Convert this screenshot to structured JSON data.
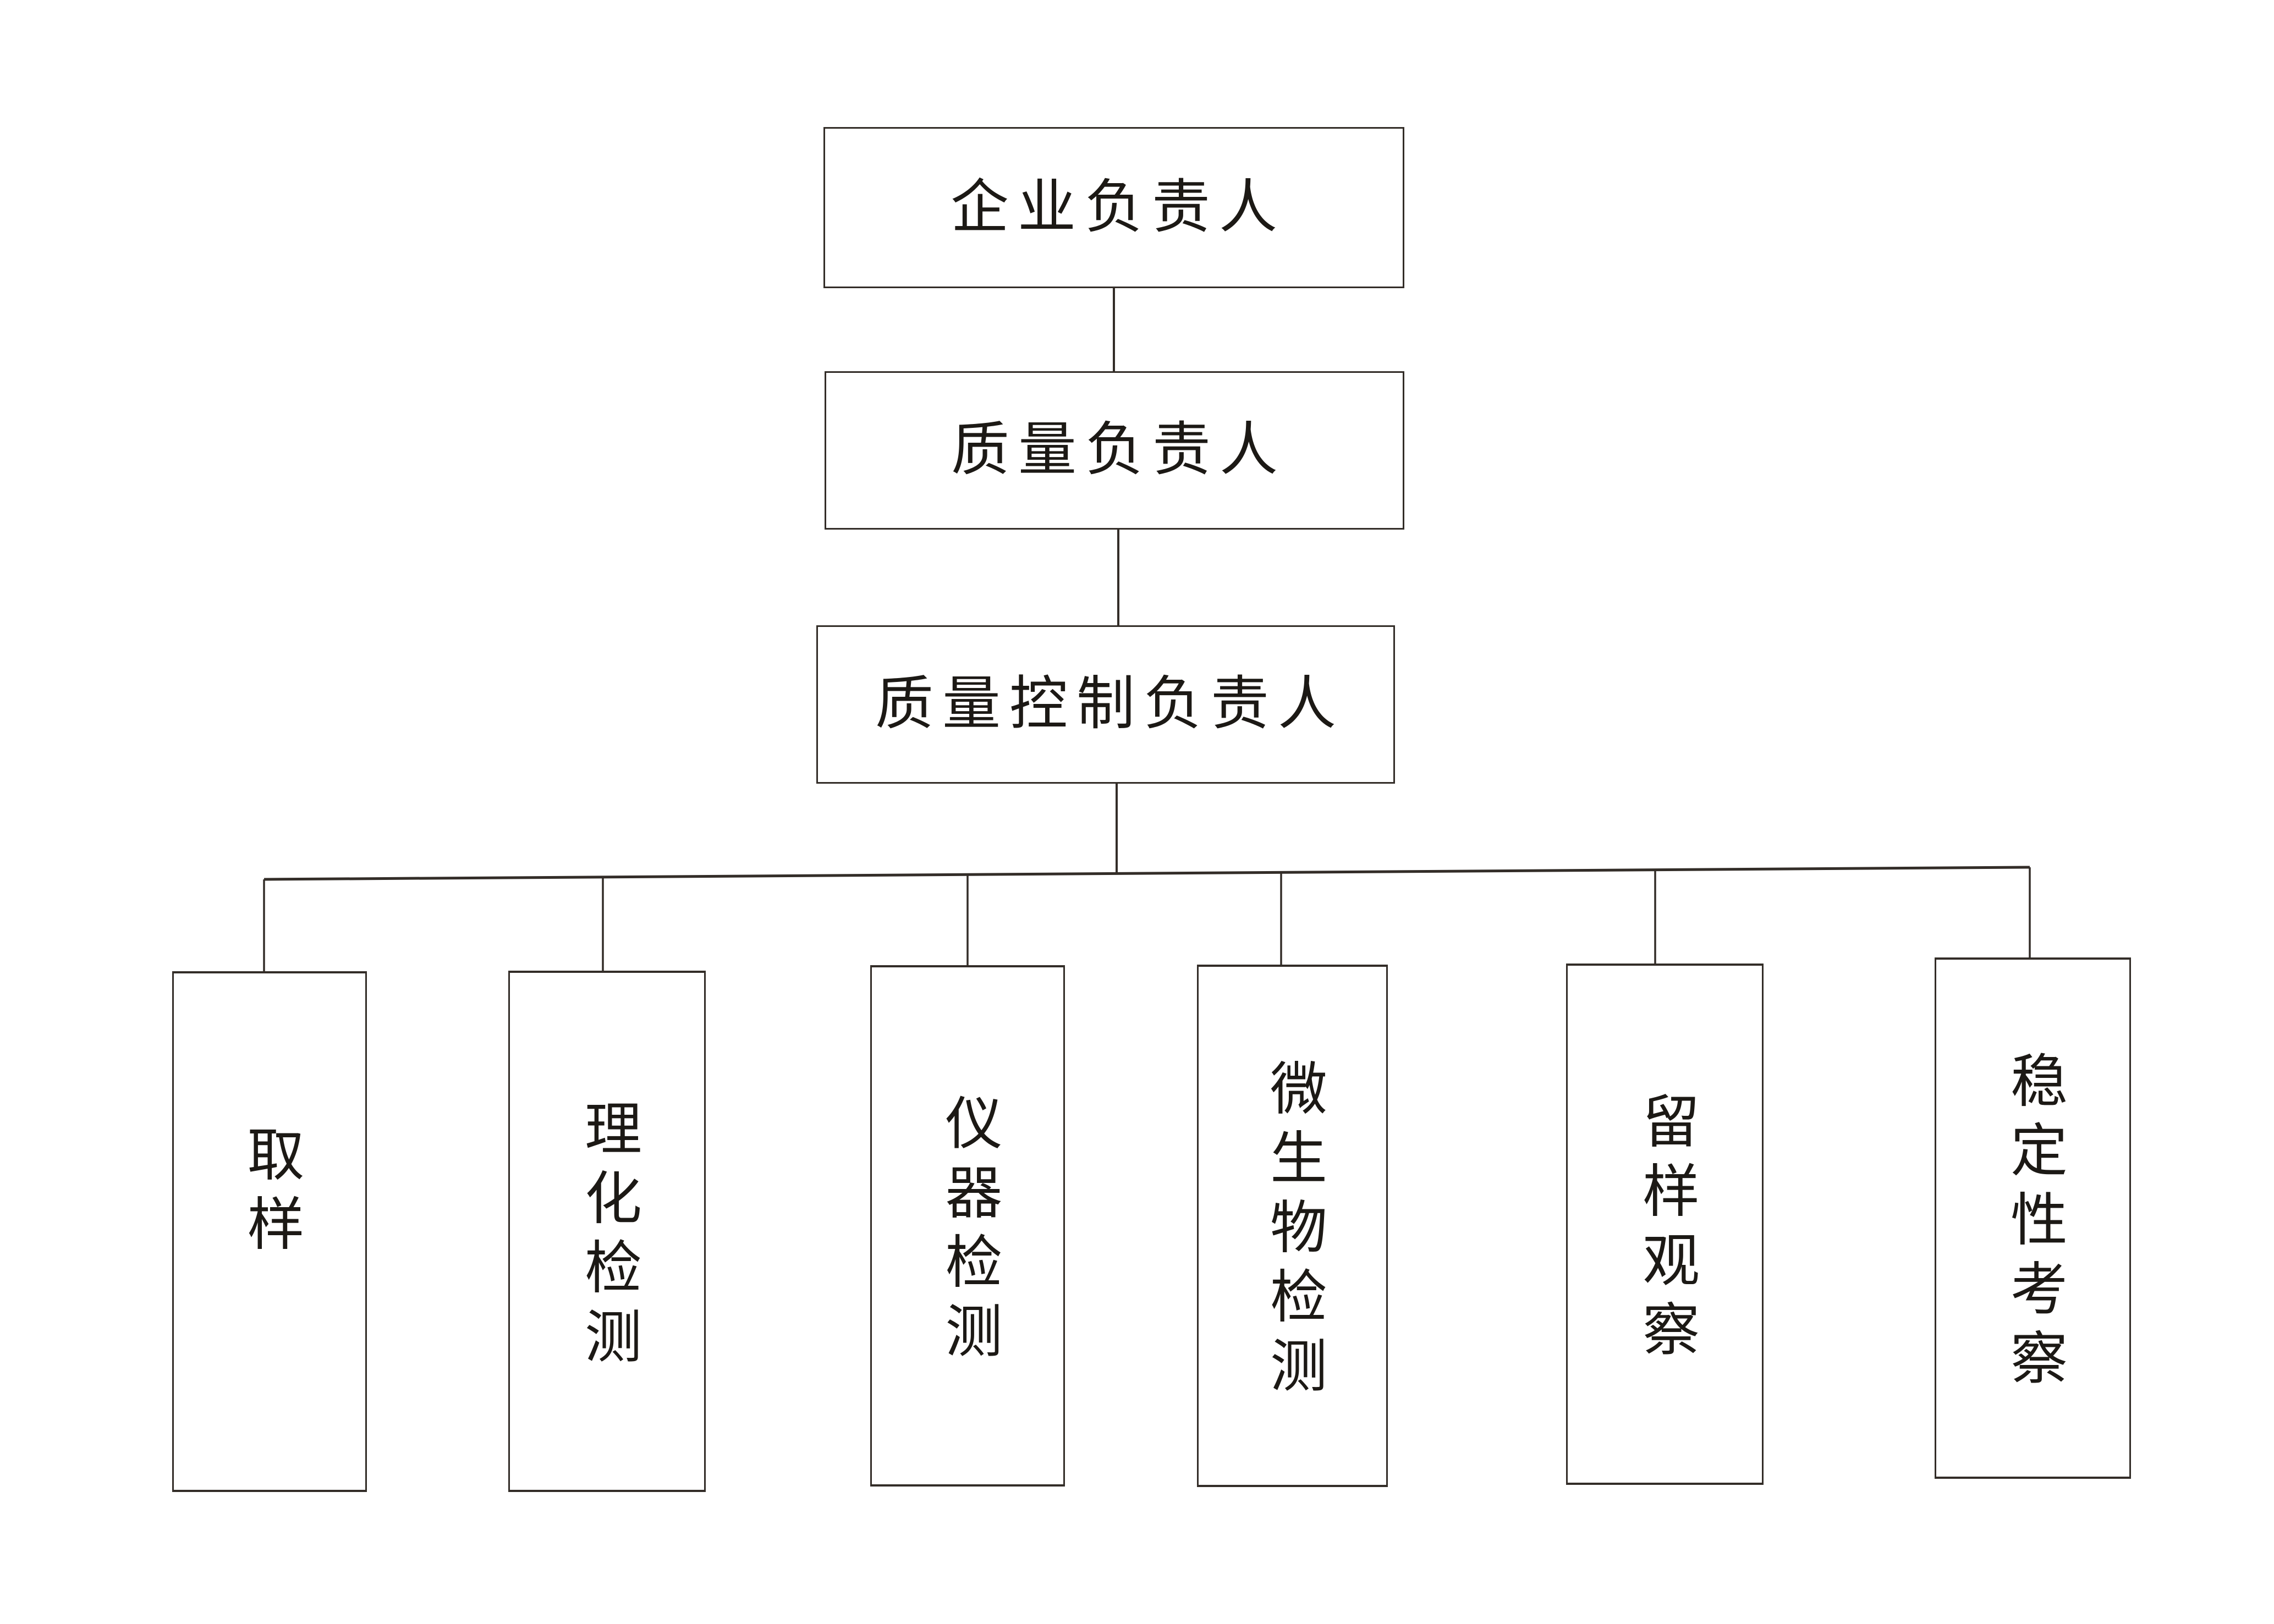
{
  "chart": {
    "type": "org-flowchart",
    "hierarchy": [
      {
        "id": "enterprise-head",
        "label": "企业负责人"
      },
      {
        "id": "quality-head",
        "label": "质量负责人"
      },
      {
        "id": "quality-control-head",
        "label": "质量控制负责人"
      }
    ],
    "departments": [
      {
        "id": "sampling",
        "label": "取样"
      },
      {
        "id": "physicochemical-testing",
        "label": "理化检测"
      },
      {
        "id": "instrument-testing",
        "label": "仪器检测"
      },
      {
        "id": "microbiology-testing",
        "label": "微生物检测"
      },
      {
        "id": "retained-sample-observation",
        "label": "留样观察"
      },
      {
        "id": "stability-study",
        "label": "稳定性考察"
      }
    ],
    "colors": {
      "background": "#ffffff",
      "line": "#332d28",
      "text": "#1c1915"
    }
  }
}
